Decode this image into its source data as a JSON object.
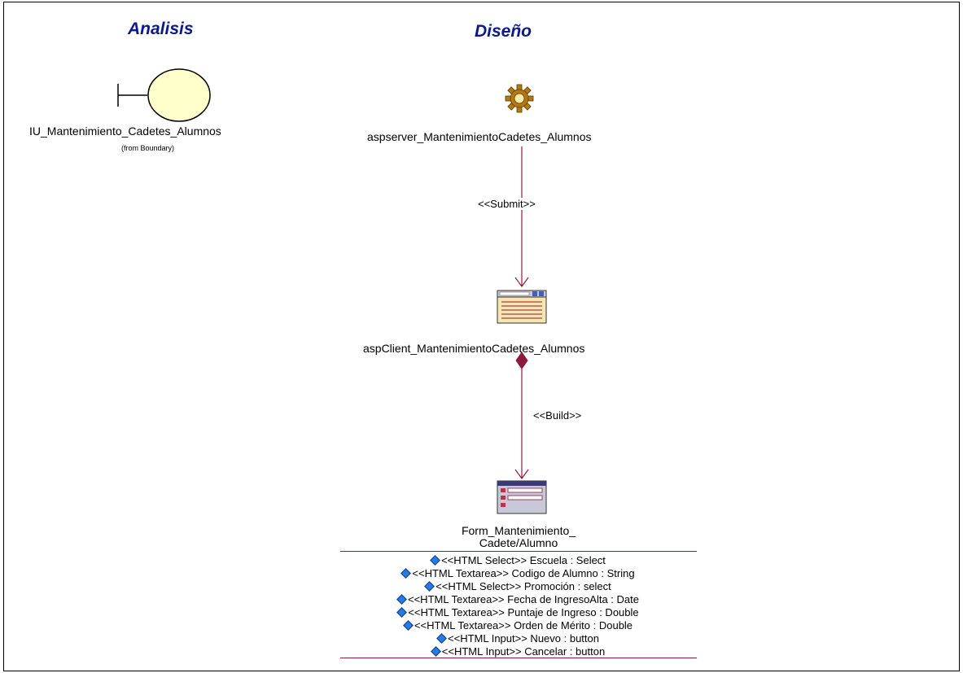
{
  "headings": {
    "analysis": "Analisis",
    "design": "Diseño"
  },
  "boundary": {
    "name": "IU_Mantenimiento_Cadetes_Alumnos",
    "origin": "(from Boundary)"
  },
  "server_page": {
    "name": "aspserver_MantenimientoCadetes_Alumnos"
  },
  "client_page": {
    "name": "aspClient_MantenimientoCadetes_Alumnos"
  },
  "form": {
    "name_line1": "Form_Mantenimiento_",
    "name_line2": "Cadete/Alumno",
    "attributes": [
      "<<HTML Select>> Escuela : Select",
      "<<HTML Textarea>> Codigo de Alumno : String",
      "<<HTML Select>> Promoción : select",
      "<<HTML Textarea>> Fecha de IngresoAlta : Date",
      "<<HTML Textarea>> Puntaje de Ingreso : Double",
      "<<HTML Textarea>> Orden de Mérito : Double",
      "<<HTML Input>> Nuevo : button",
      "<<HTML Input>> Cancelar : button"
    ]
  },
  "relations": {
    "submit": "<<Submit>>",
    "build": "<<Build>>"
  },
  "colors": {
    "heading": "#0a1a8c",
    "relation_line": "#8b1a3c",
    "boundary_fill": "#ffffcc",
    "gear": "#b07a10",
    "page_icon": "#f5e6b0"
  }
}
